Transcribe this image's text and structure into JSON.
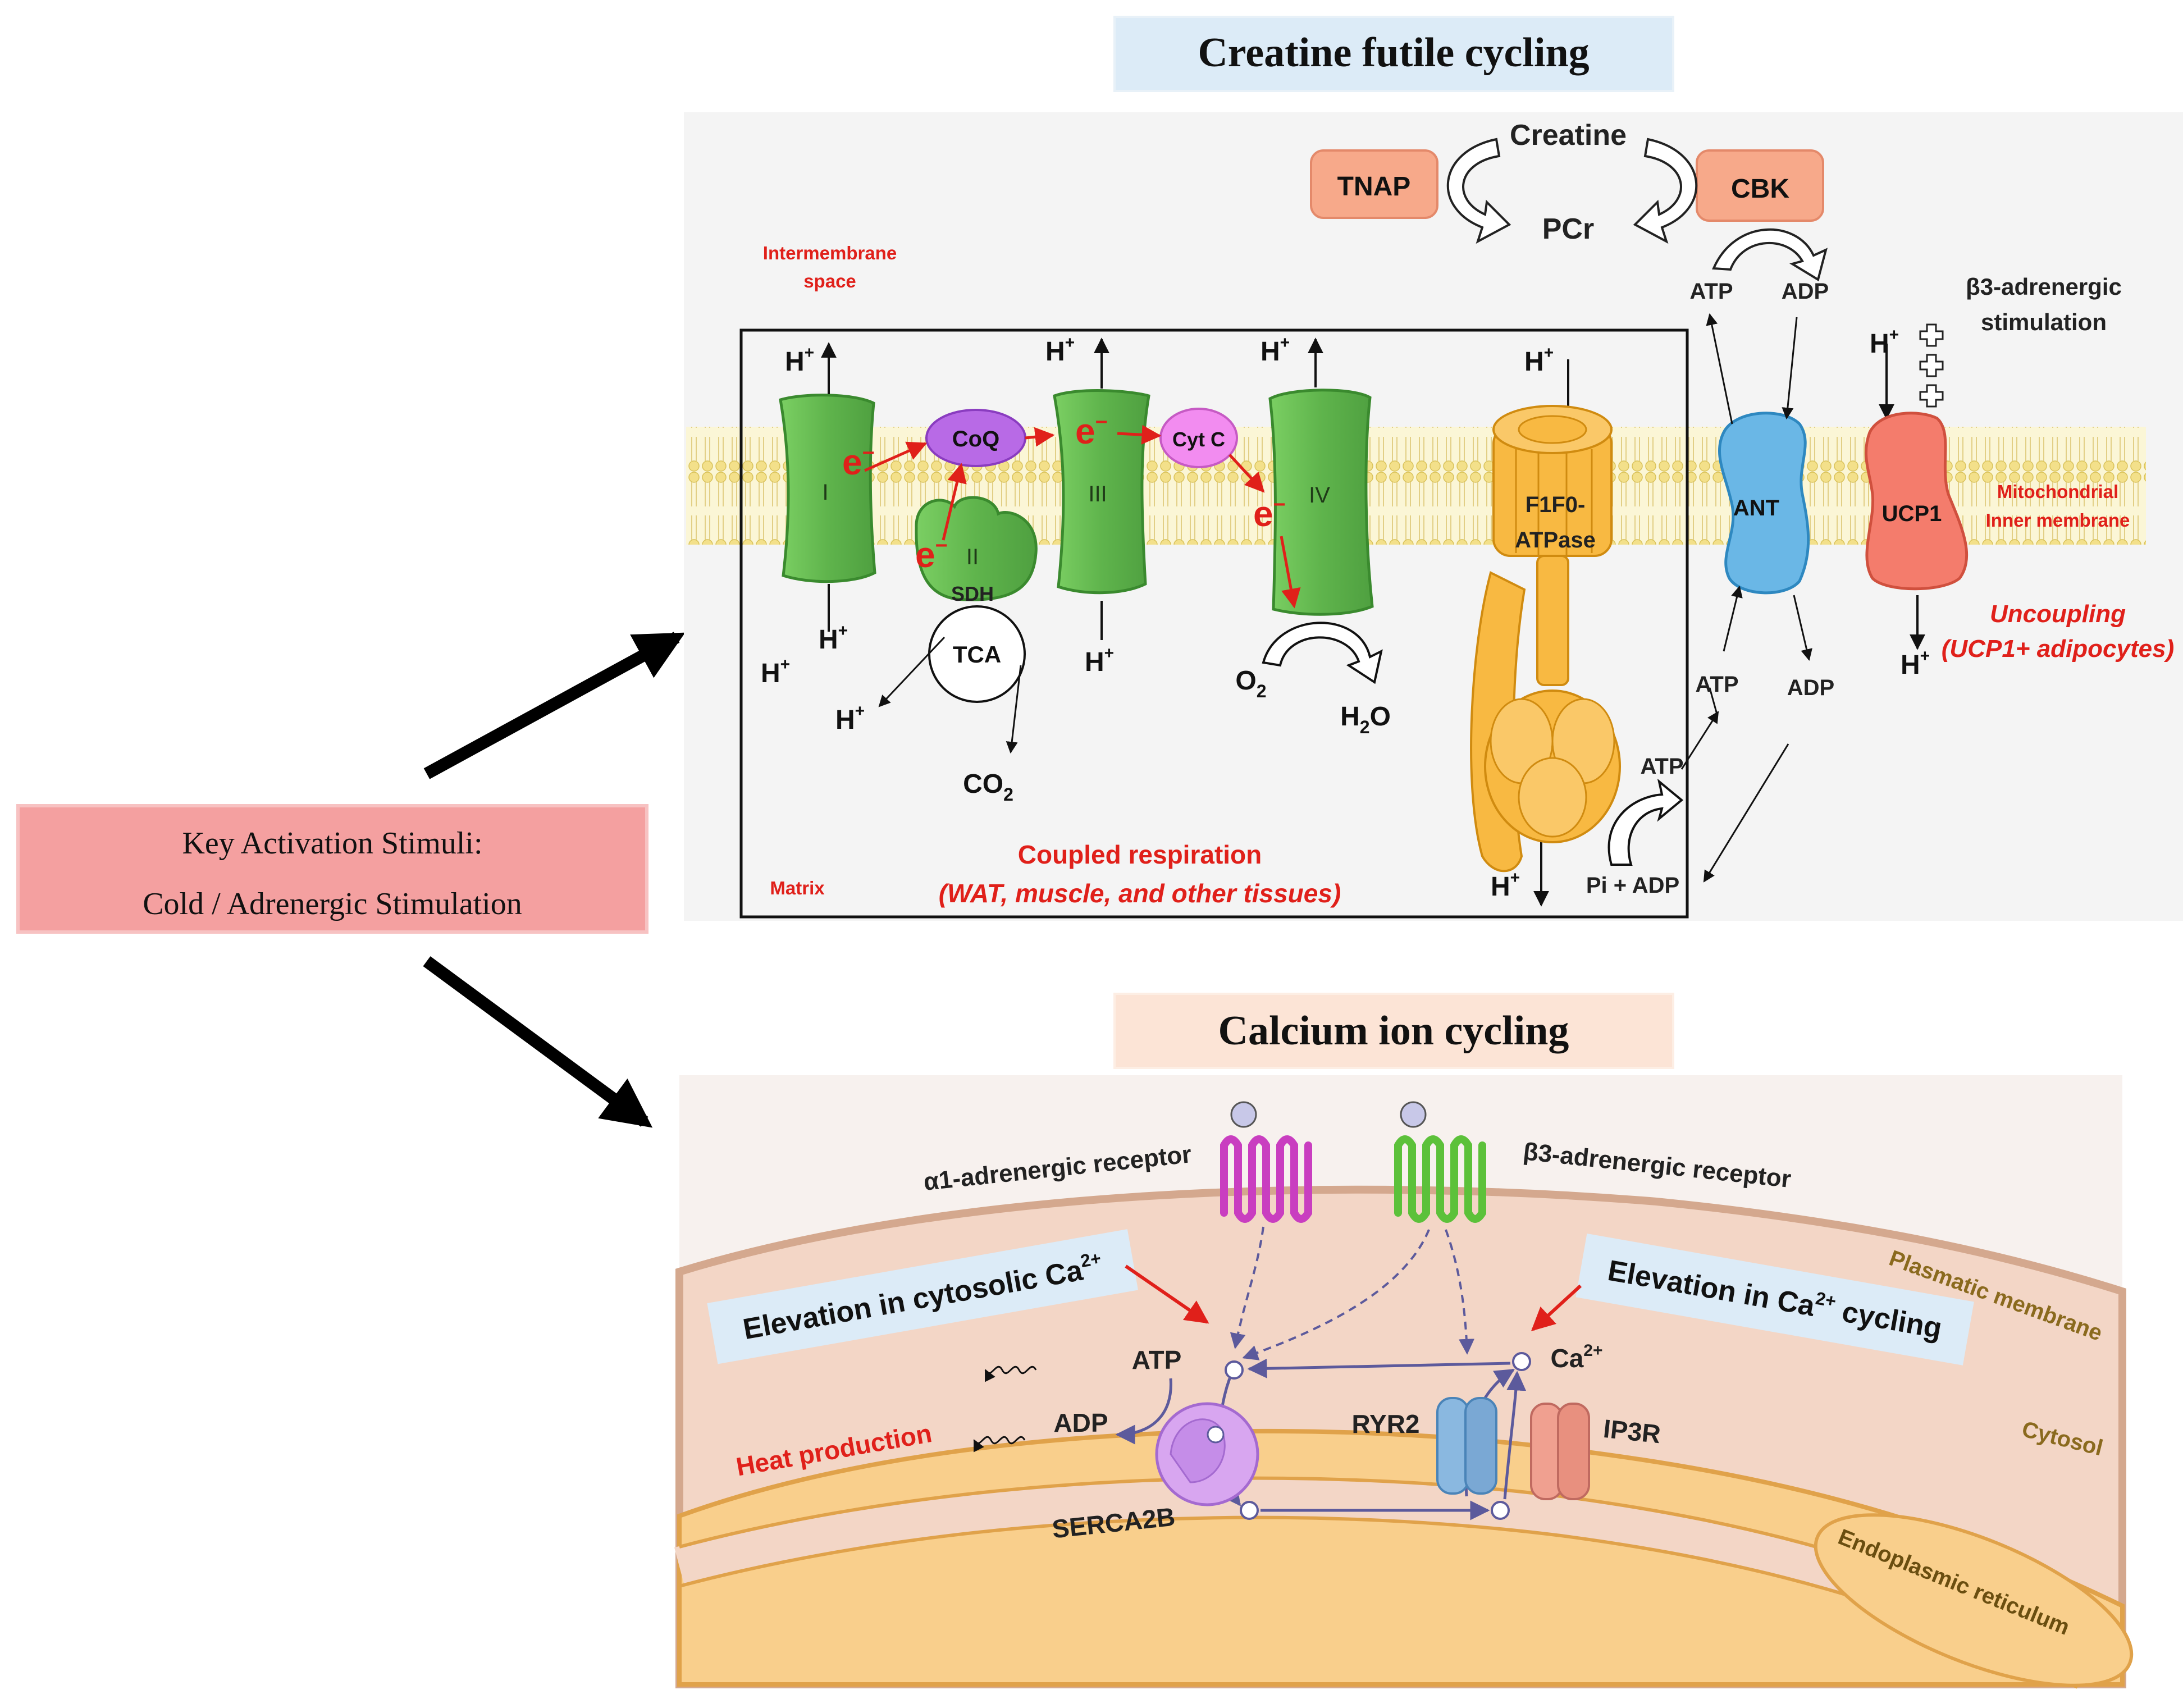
{
  "creatine_title": "Creatine futile cycling",
  "calcium_title": "Calcium ion cycling",
  "stimuli": {
    "line1": "Key Activation Stimuli:",
    "line2": "Cold / Adrenergic Stimulation"
  },
  "creatine": {
    "tnap": "TNAP",
    "cbk": "CBK",
    "creatine": "Creatine",
    "pcr": "PCr",
    "atp_top": "ATP",
    "adp_top": "ADP",
    "b3_line1": "β3-adrenergic",
    "b3_line2": "stimulation"
  },
  "mito": {
    "intermembrane_line1": "Intermembrane",
    "intermembrane_line2": "space",
    "matrix": "Matrix",
    "membrane_line1": "Mitochondrial",
    "membrane_line2": "Inner membrane",
    "complex_I": "I",
    "complex_II": "II",
    "sdh": "SDH",
    "complex_III": "III",
    "complex_IV": "IV",
    "coq": "CoQ",
    "cytc": "Cyt C",
    "electron": "e",
    "electron_sup": "−",
    "tca": "TCA",
    "co2": "CO",
    "co2_sub": "2",
    "o2": "O",
    "o2_sub": "2",
    "h2o_h": "H",
    "h2o_sub": "2",
    "h2o_o": "O",
    "proton": "H",
    "proton_sup": "+",
    "atpase_line1": "F1F0-",
    "atpase_line2": "ATPase",
    "atp_synth": "ATP",
    "pi_adp": "Pi + ADP",
    "atp_out": "ATP",
    "adp_out": "ADP",
    "ant": "ANT",
    "ucp1": "UCP1",
    "coupled_line1": "Coupled respiration",
    "coupled_line2": "(WAT, muscle, and other tissues)",
    "uncoupling_line1": "Uncoupling",
    "uncoupling_line2": "(UCP1+ adipocytes)"
  },
  "calcium": {
    "a1_receptor": "α1-adrenergic receptor",
    "b3_receptor": "β3-adrenergic receptor",
    "elev_cytosolic_pre": "Elevation in cytosolic Ca",
    "elev_cytosolic_sup": "2+",
    "elev_cycling_pre": "Elevation in Ca",
    "elev_cycling_sup": "2+",
    "elev_cycling_post": " cycling",
    "plasmatic_membrane": "Plasmatic membrane",
    "cytosol": "Cytosol",
    "er": "Endoplasmic reticulum",
    "atp": "ATP",
    "adp": "ADP",
    "heat": "Heat production",
    "serca": "SERCA2B",
    "ryr2": "RYR2",
    "ip3r": "IP3R",
    "ca": "Ca",
    "ca_sup": "2+"
  },
  "colors": {
    "creatine_title_bg": "#dcebf7",
    "calcium_title_bg": "#fce4d6",
    "stimuli_bg": "#f4a0a0",
    "enzyme_box": "#f7a98a",
    "complex_green": "#6fbf5a",
    "coq_purple": "#b86ae6",
    "cytc_pink": "#f28cf0",
    "atpase_orange": "#f8b942",
    "ant_blue": "#6ab7e6",
    "ucp1_red": "#f47c6c",
    "red_text": "#e0201a",
    "cell_bg": "#f3d6c6",
    "er_orange": "#f9cf8c",
    "a1_magenta": "#c93ec0",
    "b3_green": "#5cc13a"
  }
}
